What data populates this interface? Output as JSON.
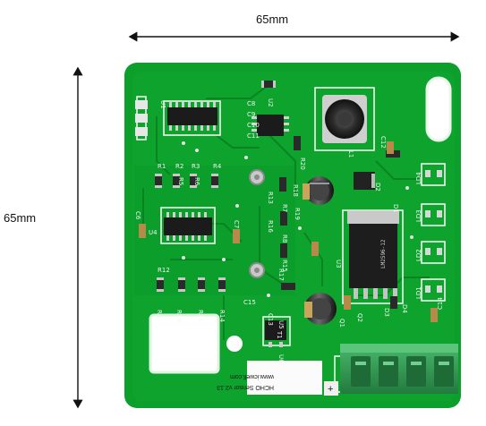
{
  "dimensions": {
    "width_label": "65mm",
    "height_label": "65mm"
  },
  "board": {
    "sticker_url": "www.icwell.com",
    "sticker_title": "HCHO Sensor v2.13",
    "regulator_marking": "LM2596-12",
    "terminal_polarity": "+",
    "colors": {
      "pcb": "#0c9f2c",
      "pcb_dark": "#07801f",
      "silkscreen": "#f5f5f5",
      "terminal": "#2f9e52"
    }
  },
  "component_labels": [
    "R9",
    "R10",
    "R11",
    "R14",
    "C15",
    "C6",
    "C7",
    "C8",
    "C9",
    "C10",
    "C11",
    "C12",
    "C13",
    "C14",
    "R1",
    "R2",
    "R3",
    "R4",
    "R5",
    "R6",
    "R7",
    "R8",
    "R12",
    "R13",
    "R15",
    "R16",
    "R17",
    "R18",
    "R19",
    "R20",
    "U1",
    "U2",
    "U3",
    "U4",
    "U5",
    "U6",
    "LD1",
    "LD2",
    "LD3",
    "LD4",
    "D1",
    "D2",
    "D3",
    "D4",
    "Q1",
    "Q2",
    "L1",
    "T1"
  ]
}
